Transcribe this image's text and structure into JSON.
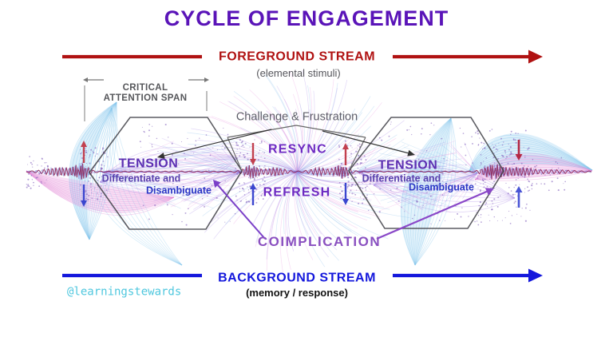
{
  "title": "CYCLE OF ENGAGEMENT",
  "foreground_stream": {
    "label": "FOREGROUND STREAM",
    "sublabel": "(elemental stimuli)"
  },
  "background_stream": {
    "label": "BACKGROUND STREAM",
    "sublabel": "(memory / response)"
  },
  "attention": {
    "label": "CRITICAL ATTENTION SPAN"
  },
  "center": {
    "challenge": "Challenge & Frustration",
    "resync": "RESYNC",
    "refresh": "REFRESH",
    "coimplication": "COIMPLICATION"
  },
  "tension_left": {
    "title": "TENSION",
    "line1": "Differentiate and",
    "line2": "Disambiguate"
  },
  "tension_right": {
    "title": "TENSION",
    "line1": "Differentiate and",
    "line2": "Disambiguate"
  },
  "watermark": "@learningstewards",
  "colors": {
    "title_purple": "#5a14b8",
    "stream_red": "#b01212",
    "stream_blue": "#1418dc",
    "label_purple": "#6d2ac2",
    "coimplication_purple": "#8a50c0",
    "tension_purple": "#5c2fb2",
    "differentiate_purple": "#5940ad",
    "disambiguate_blue": "#2b36c5",
    "gray_text": "#56565c",
    "watermark_cyan": "#4ec7de",
    "arrow_red": "#c2404e",
    "arrow_blue": "#3a46cf",
    "hexagon_gray": "#3f3f46",
    "wave_maroon": "#8d2a5e",
    "wave_blue": "#4149c9",
    "wash_blue": "#7fc3ec",
    "wash_pink": "#e07ed2",
    "wash_purple": "#a078e0",
    "mesh_purple": "#9f7fe6",
    "mesh_blue": "#79b7e9",
    "mesh_pink": "#e388dc",
    "dot_purple": "#7a55b8"
  }
}
